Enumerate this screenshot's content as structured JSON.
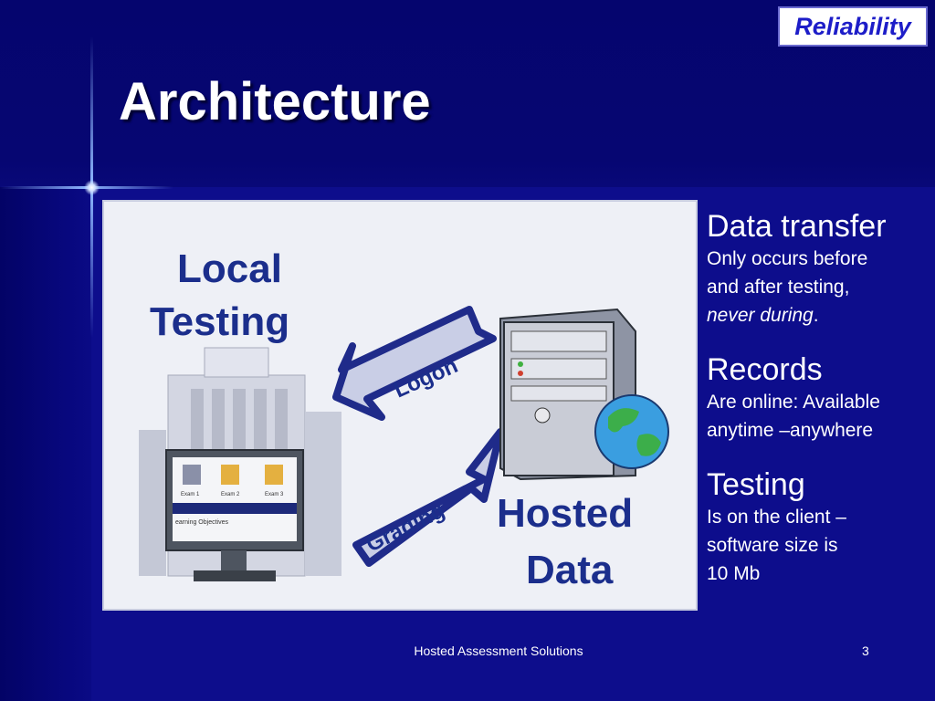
{
  "badge": "Reliability",
  "title": "Architecture",
  "diagram": {
    "local": [
      "Local",
      "Testing"
    ],
    "hosted": [
      "Hosted",
      "Data"
    ],
    "arrow_top": "Logon",
    "arrow_bottom": "Grading",
    "exams": [
      "Exam 1",
      "Exam 2",
      "Exam 3"
    ],
    "screen_caption": "earning Objectives"
  },
  "bullets": [
    {
      "head": "Data transfer",
      "lines": [
        "Only occurs before",
        "and after testing,"
      ],
      "emph": "never during",
      "emph_tail": "."
    },
    {
      "head": "Records",
      "lines": [
        "Are online: Available",
        "anytime –anywhere"
      ]
    },
    {
      "head": "Testing",
      "lines": [
        "Is on the client –",
        "software size is",
        "10 Mb"
      ]
    }
  ],
  "footer": "Hosted Assessment Solutions",
  "page_number": "3",
  "colors": {
    "background": "#0d0d8c",
    "badge_text": "#1d1dc8",
    "diagram_text": "#1b2e8c",
    "arrow": "#1f2b8a"
  }
}
